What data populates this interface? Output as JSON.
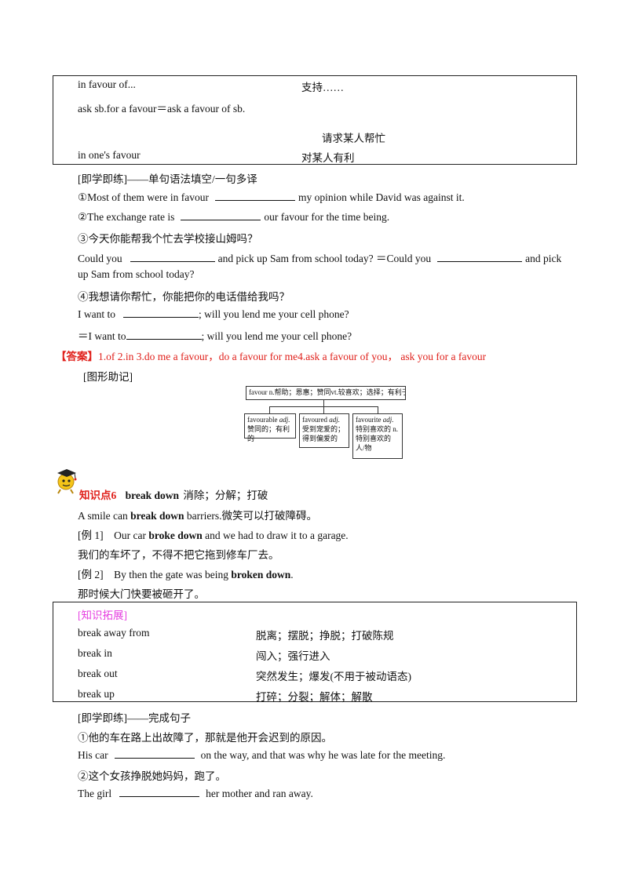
{
  "box1": {
    "rows": [
      {
        "en": "in favour of...",
        "zh": "支持……"
      },
      {
        "en": "ask sb.for a favour＝ask a favour of sb.",
        "zh": "请求某人帮忙"
      },
      {
        "en": "in one's favour",
        "zh": "对某人有利"
      }
    ]
  },
  "practice1": {
    "header": "[即学即练]——单句语法填空/一句多译",
    "q1_a": "①Most of them were in favour",
    "q1_b": "my opinion while David was against it.",
    "q2_a": "②The exchange rate is",
    "q2_b": "our favour for the time being.",
    "q3_zh": "③今天你能帮我个忙去学校接山姆吗？",
    "q3_a": "Could you",
    "q3_b": "and pick up Sam from school today? ＝Could you",
    "q3_c": "and pick",
    "q3_d": "up Sam from school today?",
    "q4_zh": "④我想请你帮忙，你能把你的电话借给我吗？",
    "q4_a": "I want to",
    "q4_b": "; will you lend me your cell phone?",
    "q4_c": "＝I want to",
    "q4_d": "; will you lend me your cell phone?"
  },
  "answer": {
    "label": "【答案】",
    "text": "1.of 2.in 3.do me a favour，do a favour for me4.ask a favour of you， ask you for a favour"
  },
  "diagram": {
    "header": "[图形助记]",
    "root": "favour n.帮助；恩惠；赞同vt.较喜欢；选择；有利于",
    "children": [
      {
        "word": "favourable",
        "pos": "adj.",
        "meaning": "赞同的；有利的"
      },
      {
        "word": "favoured",
        "pos": "adj.",
        "meaning": "受到宠爱的；得到偏爱的"
      },
      {
        "word": "favourite",
        "pos": "adj.",
        "meaning": "特别喜欢的 n.特别喜欢的人/物"
      }
    ]
  },
  "kp6": {
    "label": "知识点6",
    "phrase": "break down",
    "meaning": "消除；分解；打破",
    "ex0_a": "A smile can",
    "ex0_b": "break down",
    "ex0_c": "barriers.微笑可以打破障碍。",
    "ex1_a": "[例 1]　Our car",
    "ex1_b": "broke down",
    "ex1_c": "and we had to draw it to a garage.",
    "ex1_zh": "我们的车坏了，不得不把它拖到修车厂去。",
    "ex2_a": "[例 2]　By then the gate was being",
    "ex2_b": "broken down",
    "ex2_c": ".",
    "ex2_zh": "那时候大门快要被砸开了。"
  },
  "box2": {
    "title": "[知识拓展]",
    "rows": [
      {
        "en": "break away from",
        "zh": "脱离；摆脱；挣脱；打破陈规"
      },
      {
        "en": "break in",
        "zh": "闯入；强行进入"
      },
      {
        "en": "break out",
        "zh": "突然发生；爆发(不用于被动语态)"
      },
      {
        "en": "break up",
        "zh": "打碎；分裂；解体；解散"
      }
    ]
  },
  "practice2": {
    "header": "[即学即练]——完成句子",
    "q1_zh": "①他的车在路上出故障了，那就是他开会迟到的原因。",
    "q1_a": "His car",
    "q1_b": "on the way, and that was why he was late for the meeting.",
    "q2_zh": "②这个女孩挣脱她妈妈，跑了。",
    "q2_a": "The girl",
    "q2_b": "her mother and ran away."
  },
  "colors": {
    "red": "#e0201b",
    "magenta": "#e53de0"
  }
}
